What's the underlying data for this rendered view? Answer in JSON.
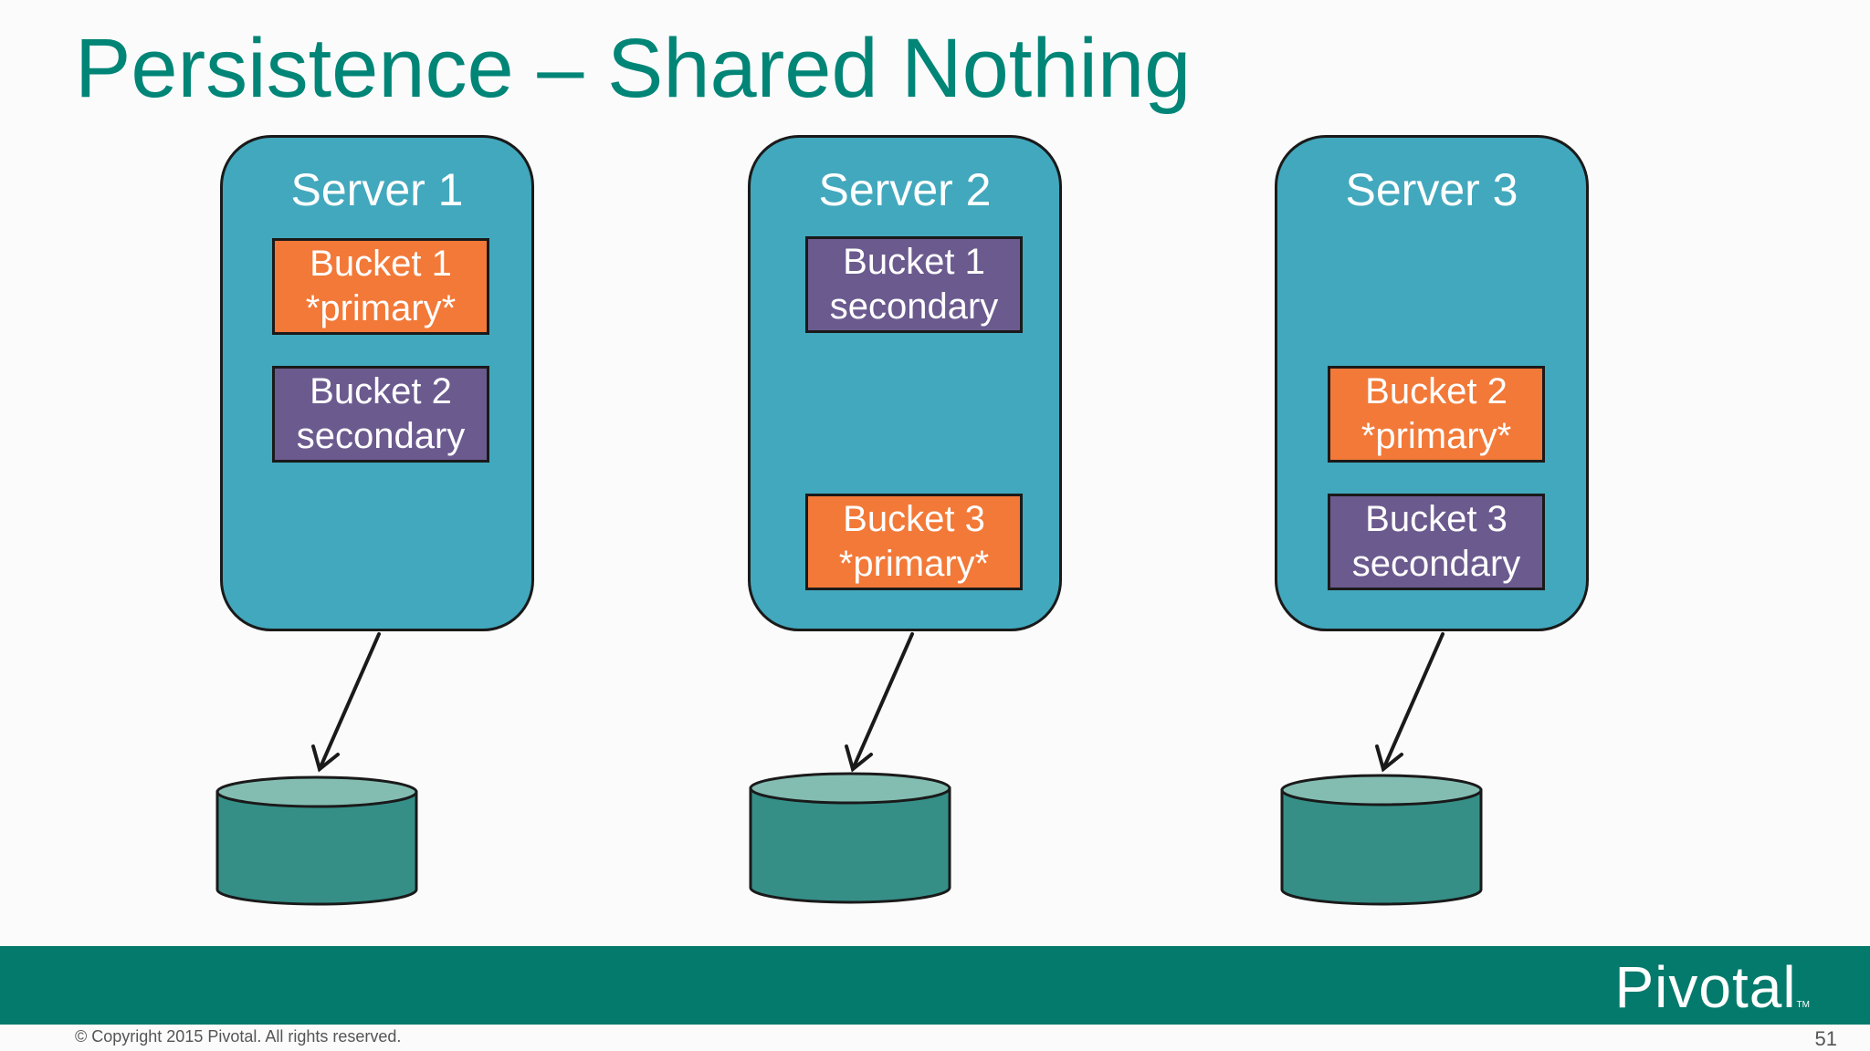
{
  "title": "Persistence – Shared Nothing",
  "servers": [
    {
      "label": "Server 1",
      "buckets": [
        {
          "line1": "Bucket 1",
          "line2": "*primary*",
          "role": "primary"
        },
        {
          "line1": "Bucket 2",
          "line2": "secondary",
          "role": "secondary"
        }
      ]
    },
    {
      "label": "Server 2",
      "buckets": [
        {
          "line1": "Bucket 1",
          "line2": "secondary",
          "role": "secondary"
        },
        {
          "line1": "Bucket 3",
          "line2": "*primary*",
          "role": "primary"
        }
      ]
    },
    {
      "label": "Server 3",
      "buckets": [
        {
          "line1": "Bucket 2",
          "line2": "*primary*",
          "role": "primary"
        },
        {
          "line1": "Bucket 3",
          "line2": "secondary",
          "role": "secondary"
        }
      ]
    }
  ],
  "footer": {
    "logo": "Pivotal",
    "logo_tm": "TM",
    "copyright": "© Copyright 2015 Pivotal. All rights reserved.",
    "slide_number": "51"
  },
  "colors": {
    "title": "#008577",
    "server": "#42a8bd",
    "primary_bucket": "#f27938",
    "secondary_bucket": "#6b5a8e",
    "disk_body": "#358f87",
    "disk_top": "#83bdb2",
    "footer_bar": "#047a6c"
  }
}
